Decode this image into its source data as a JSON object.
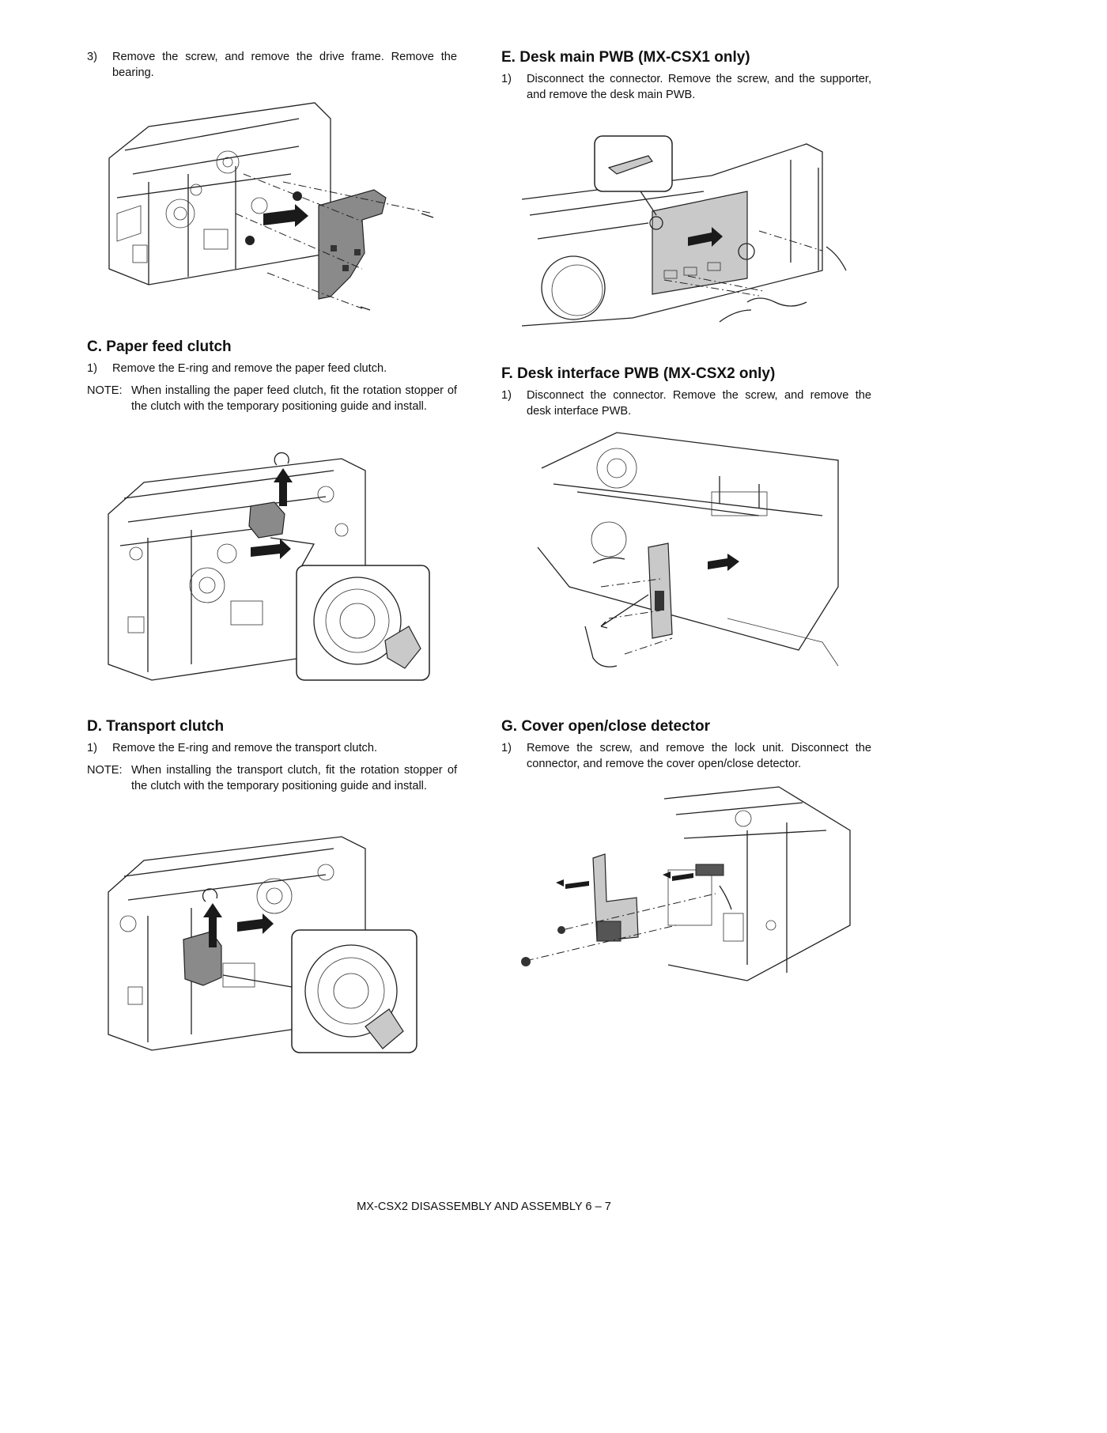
{
  "left": {
    "step_b3": {
      "num": "3)",
      "text": "Remove the screw, and remove the drive frame. Remove the bearing."
    },
    "section_c": {
      "title": "C.  Paper feed clutch",
      "step1": {
        "num": "1)",
        "text": "Remove the E-ring and remove the paper feed clutch."
      },
      "note": {
        "label": "NOTE:",
        "text": "When installing the paper feed clutch, fit the rotation stopper of the clutch with the temporary positioning guide and install."
      }
    },
    "section_d": {
      "title": "D.  Transport clutch",
      "step1": {
        "num": "1)",
        "text": "Remove the E-ring and remove the transport clutch."
      },
      "note": {
        "label": "NOTE:",
        "text": "When installing the transport clutch, fit the rotation stopper of the clutch with the temporary positioning guide and install."
      }
    }
  },
  "right": {
    "section_e": {
      "title": "E.  Desk main PWB (MX-CSX1 only)",
      "step1": {
        "num": "1)",
        "text": "Disconnect the connector. Remove the screw, and the supporter, and remove the desk main PWB."
      }
    },
    "section_f": {
      "title": "F.  Desk interface PWB (MX-CSX2 only)",
      "step1": {
        "num": "1)",
        "text": "Disconnect the connector. Remove the screw, and remove the desk interface PWB."
      }
    },
    "section_g": {
      "title": "G.  Cover open/close detector",
      "step1": {
        "num": "1)",
        "text": "Remove the screw, and remove the lock unit. Disconnect the connector, and remove the cover open/close detector."
      }
    }
  },
  "footer": "MX-CSX2  DISASSEMBLY AND ASSEMBLY  6 – 7"
}
